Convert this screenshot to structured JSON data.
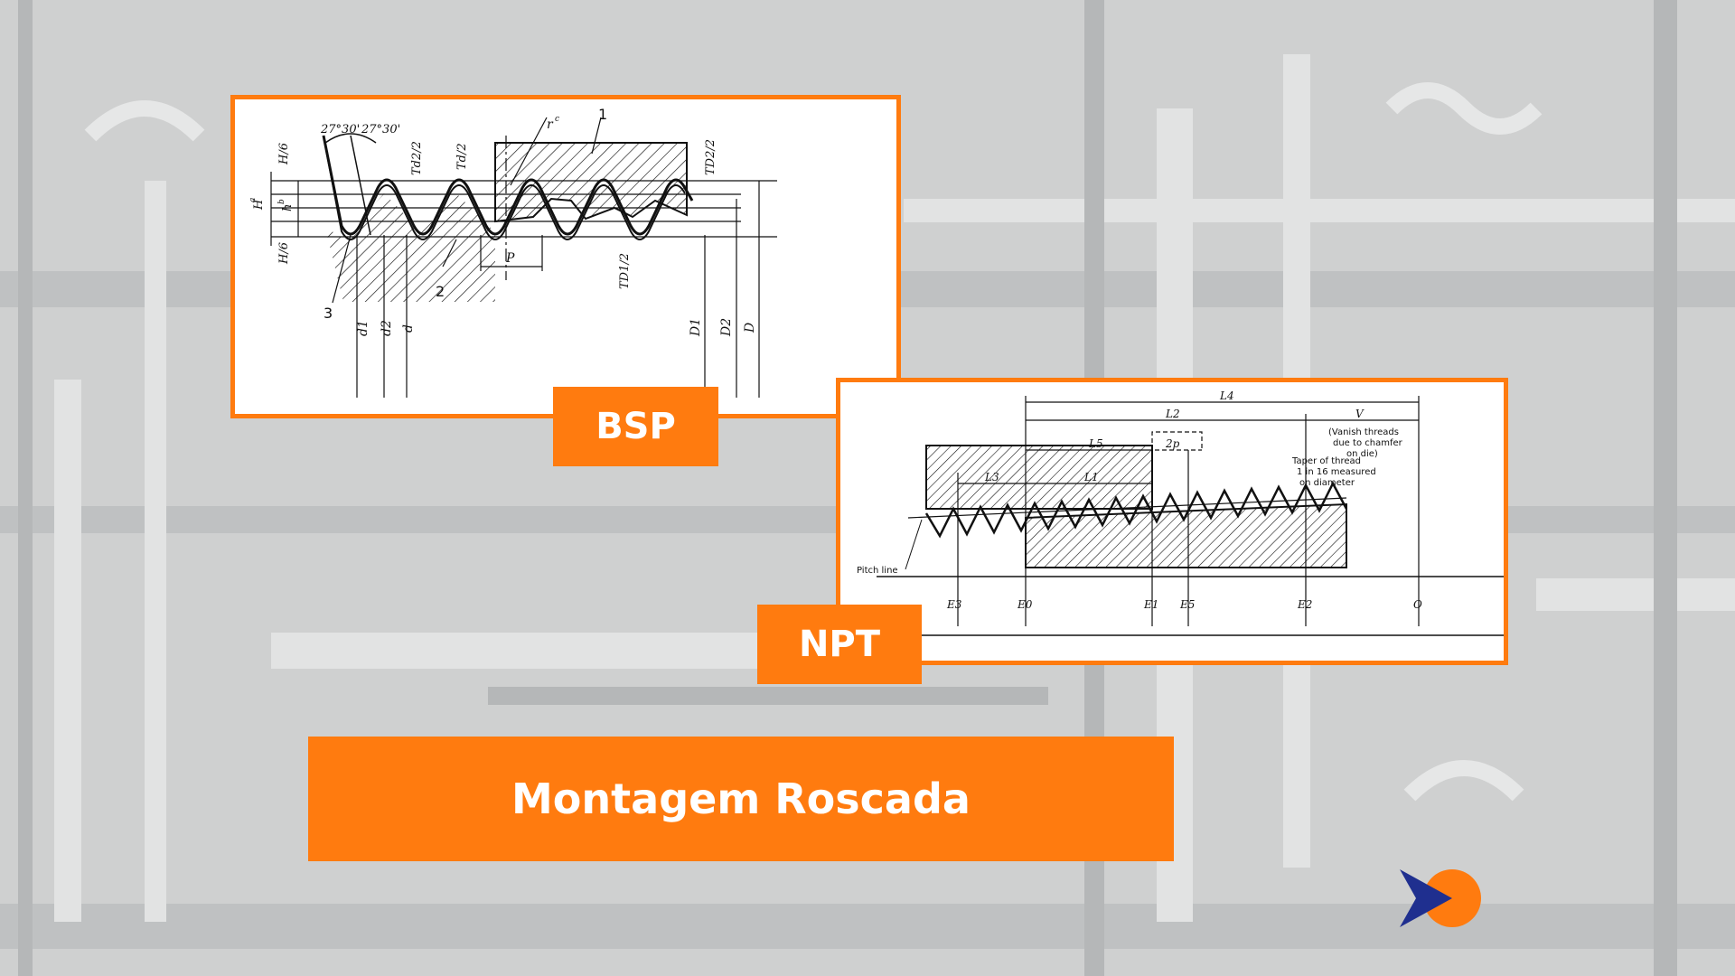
{
  "background": {
    "description_icon": "industrial-pipes-background",
    "tint": "#cfd0d0"
  },
  "colors": {
    "accent": "#ff7b0f",
    "text_on_accent": "#ffffff",
    "line": "#111111"
  },
  "bsp": {
    "tag": "BSP",
    "labels": {
      "angle_left": "27°30'",
      "angle_right": "27°30'",
      "h6_top": "H/6",
      "h6_bottom": "H/6",
      "H": "H",
      "H_sup": "a",
      "h": "h",
      "h_sup": "b",
      "Td2": "Td2/2",
      "Td": "Td/2",
      "TD2": "TD2/2",
      "TD1": "TD1/2",
      "r": "r",
      "r_sup": "c",
      "P": "P",
      "n1": "1",
      "n2": "2",
      "n3": "3",
      "d1": "d1",
      "d2": "d2",
      "d": "d",
      "D1": "D1",
      "D2": "D2",
      "D": "D"
    }
  },
  "npt": {
    "tag": "NPT",
    "labels": {
      "L4": "L4",
      "L2": "L2",
      "V": "V",
      "L5": "L5",
      "twoP": "2p",
      "L3": "L3",
      "L1": "L1",
      "vanish": [
        "(Vanish threads",
        "due to chamfer",
        "on die)"
      ],
      "taper": [
        "Taper of thread",
        "1 in 16 measured",
        "on diameter"
      ],
      "pitch_line": "Pitch line",
      "E3": "E3",
      "E0": "E0",
      "E1": "E1",
      "E5": "E5",
      "E2": "E2",
      "O": "O"
    }
  },
  "title": "Montagem Roscada",
  "logo": {
    "icon": "play-arrow-orange-circle-logo",
    "colors": [
      "#ff7b0f",
      "#1f2f8f"
    ]
  }
}
